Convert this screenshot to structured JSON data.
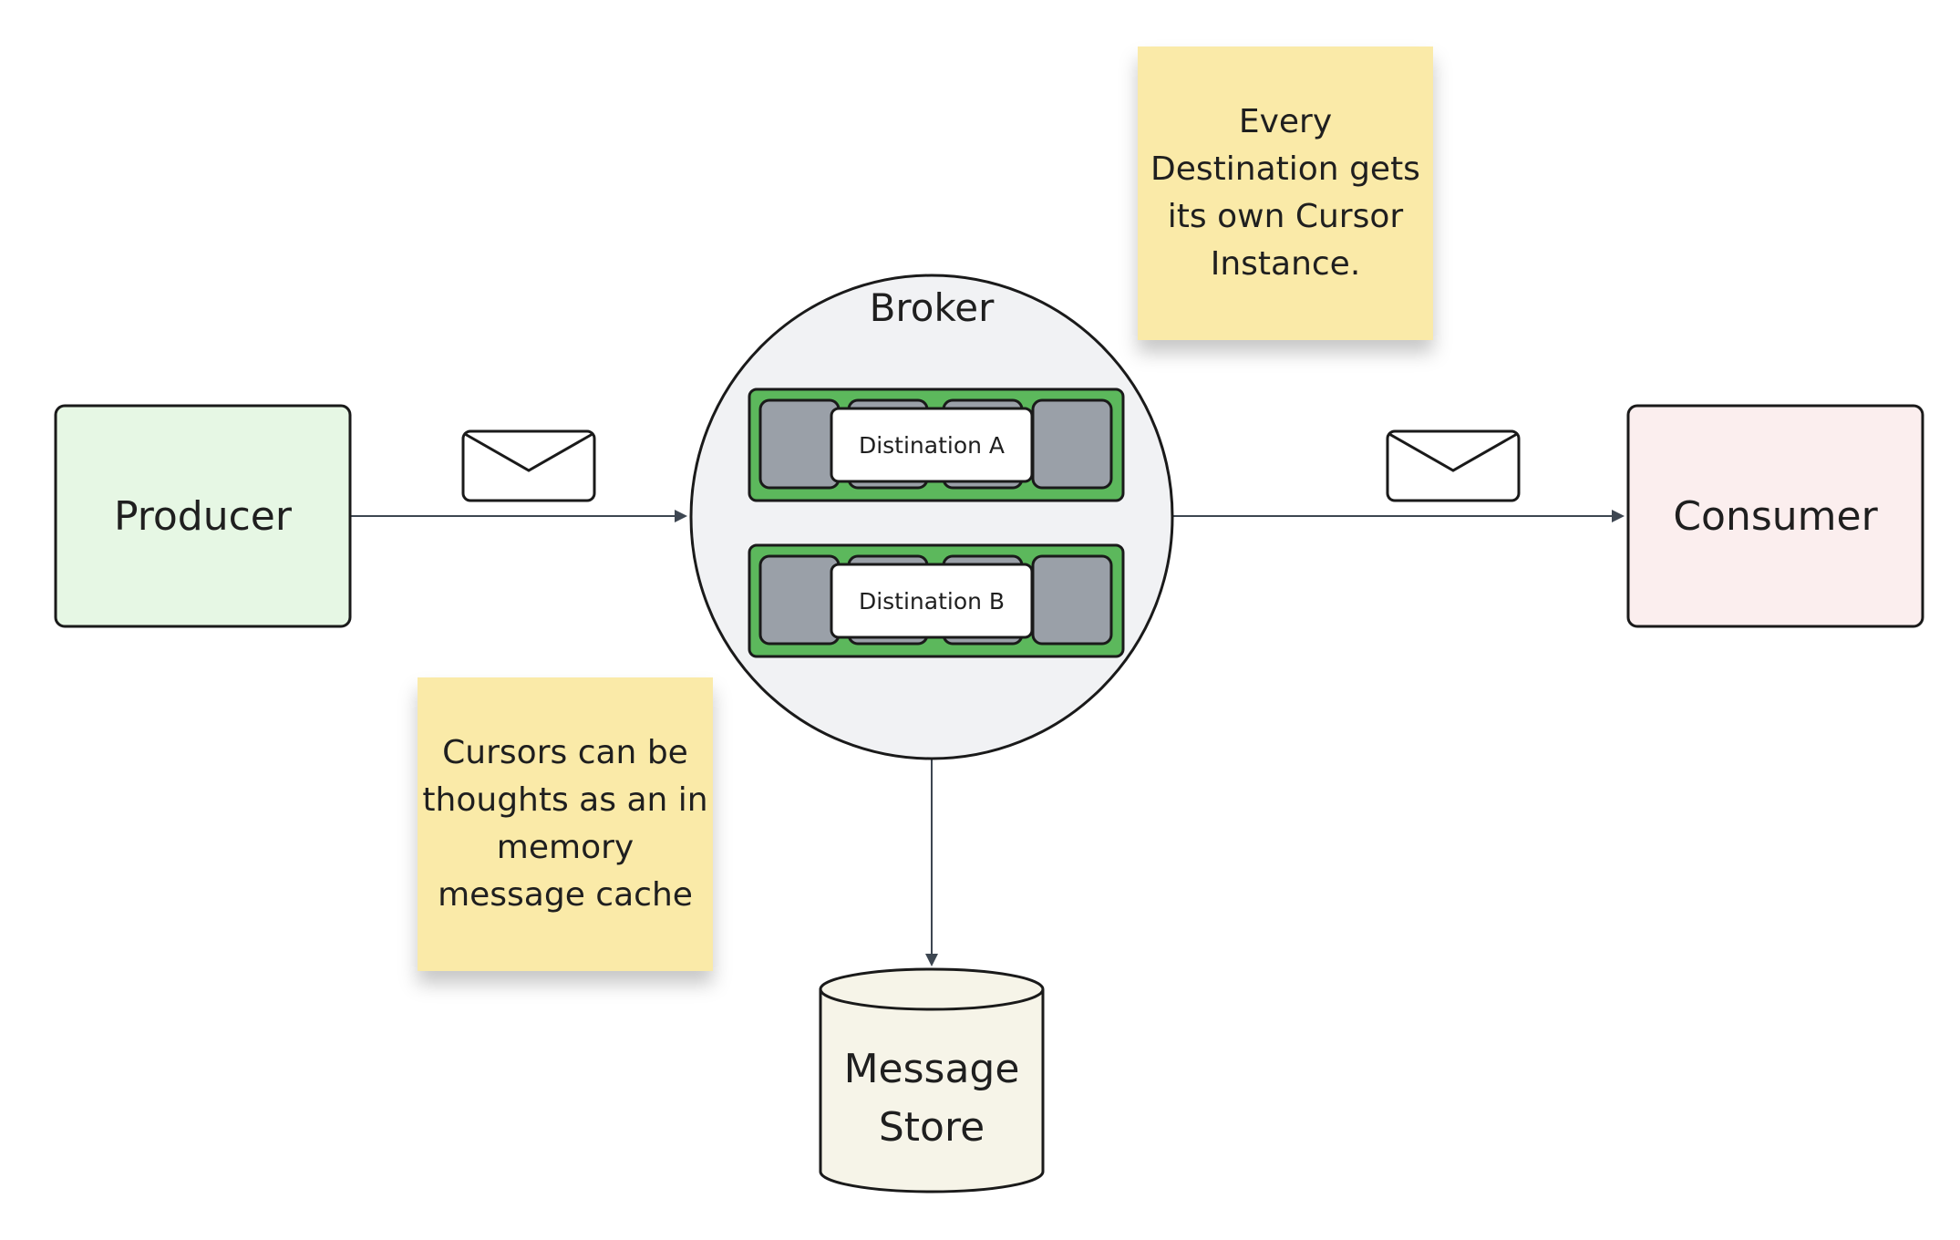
{
  "diagram": {
    "producer": {
      "label": "Producer",
      "fill": "#e6f7e4"
    },
    "consumer": {
      "label": "Consumer",
      "fill": "#fbeeee"
    },
    "broker": {
      "label": "Broker",
      "fill": "#f1f2f4",
      "destinations": [
        {
          "label": "Distination A"
        },
        {
          "label": "Distination B"
        }
      ],
      "queue_fill": "#5cb85c",
      "slot_fill": "#9aa0a8"
    },
    "message_store": {
      "label_line1": "Message",
      "label_line2": "Store",
      "fill": "#f6f4e8"
    },
    "notes": {
      "top": "Every\nDestination gets\nits own Cursor\nInstance.",
      "bottom": "Cursors can be\nthoughts as an in\nmemory\nmessage cache",
      "fill": "#faeaa8"
    },
    "icons": [
      "envelope-icon",
      "envelope-icon"
    ]
  }
}
